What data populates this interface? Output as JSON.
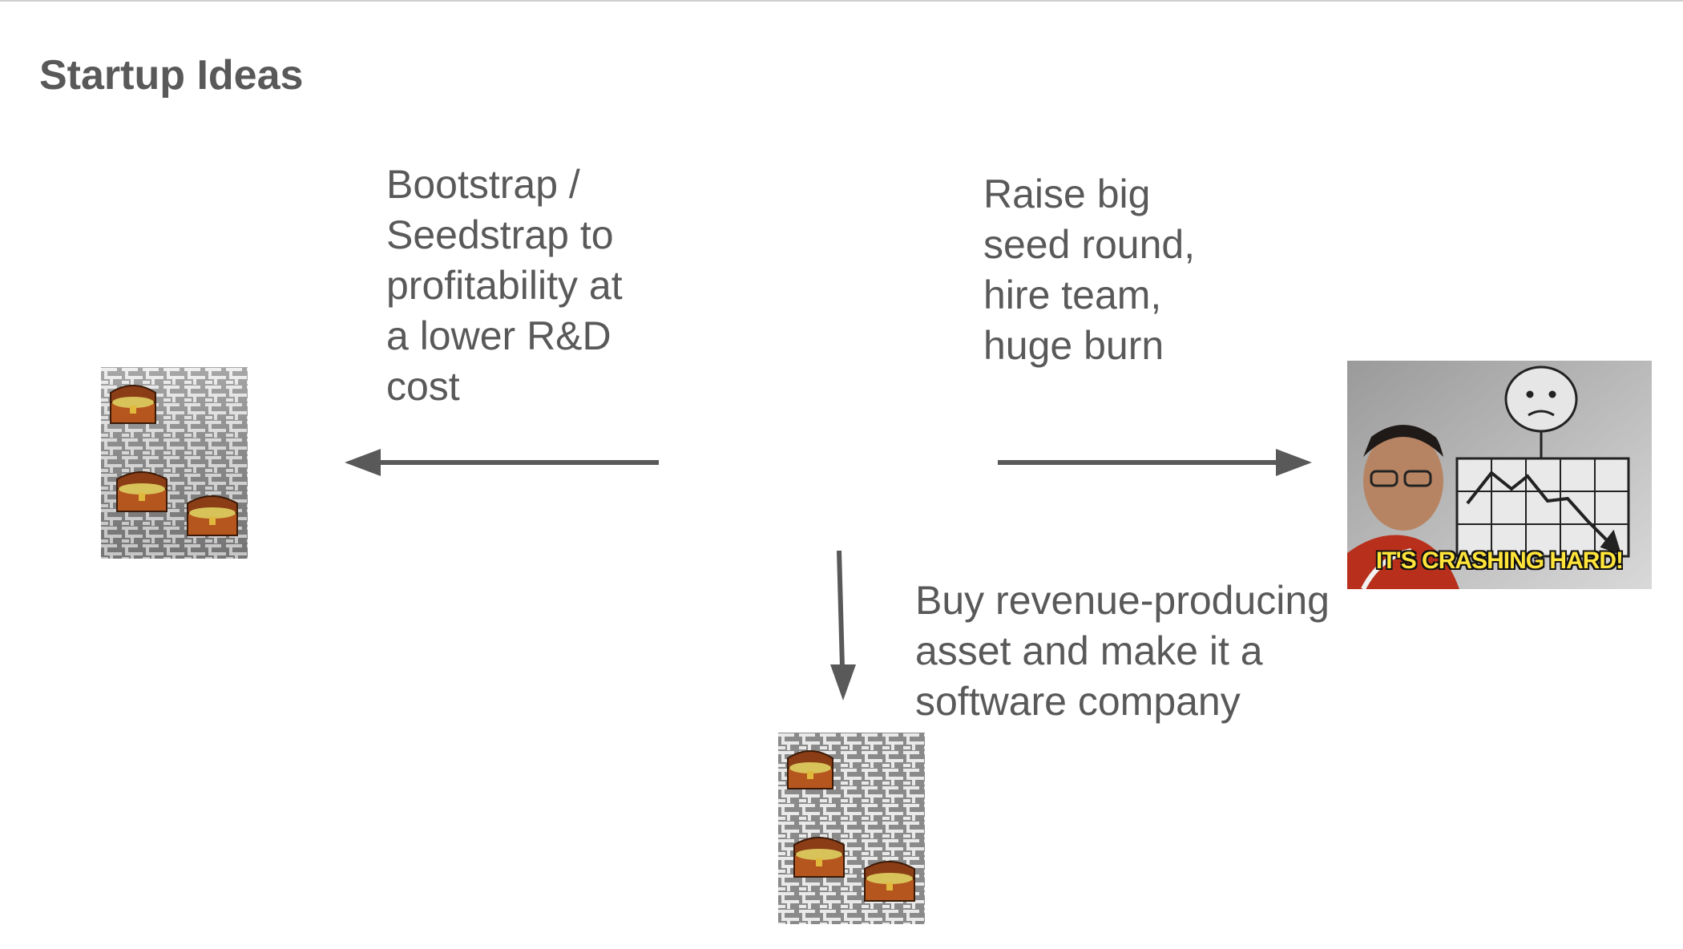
{
  "slide": {
    "title": "Startup Ideas"
  },
  "options": {
    "bootstrap": {
      "lines": [
        "Bootstrap /",
        "Seedstrap to",
        "profitability at",
        "a lower R&D",
        "cost"
      ]
    },
    "raise": {
      "lines": [
        "Raise big",
        "seed round,",
        "hire team,",
        "huge burn"
      ]
    },
    "acquire": {
      "lines": [
        "Buy revenue-producing",
        "asset and make it a",
        "software company"
      ]
    }
  },
  "images": {
    "treasure_maze": {
      "icon": "treasure-maze-image"
    },
    "crash_meme": {
      "icon": "crashing-chart-meme-image",
      "caption": "IT'S CRASHING HARD!"
    }
  },
  "colors": {
    "text": "#595959",
    "arrow": "#595959",
    "meme_caption": "#ffe43a"
  }
}
